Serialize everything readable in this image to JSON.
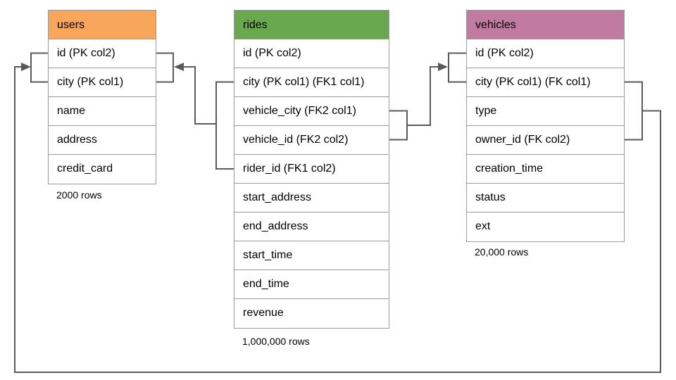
{
  "diagram": {
    "connector_color": "#595959",
    "table_border_color": "#9a9a9a",
    "tables": [
      {
        "name": "users",
        "header_color": "#f8a65c",
        "columns": [
          "id (PK col2)",
          "city (PK col1)",
          "name",
          "address",
          "credit_card"
        ],
        "row_count_label": "2000 rows"
      },
      {
        "name": "rides",
        "header_color": "#6aa84f",
        "columns": [
          "id (PK col2)",
          "city (PK col1) (FK1 col1)",
          "vehicle_city (FK2 col1)",
          "vehicle_id (FK2 col2)",
          "rider_id (FK1 col2)",
          "start_address",
          "end_address",
          "start_time",
          "end_time",
          "revenue"
        ],
        "row_count_label": "1,000,000 rows"
      },
      {
        "name": "vehicles",
        "header_color": "#c27ba0",
        "columns": [
          "id (PK col2)",
          "city (PK col1) (FK col1)",
          "type",
          "owner_id (FK col2)",
          "creation_time",
          "status",
          "ext"
        ],
        "row_count_label": "20,000 rows"
      }
    ]
  }
}
